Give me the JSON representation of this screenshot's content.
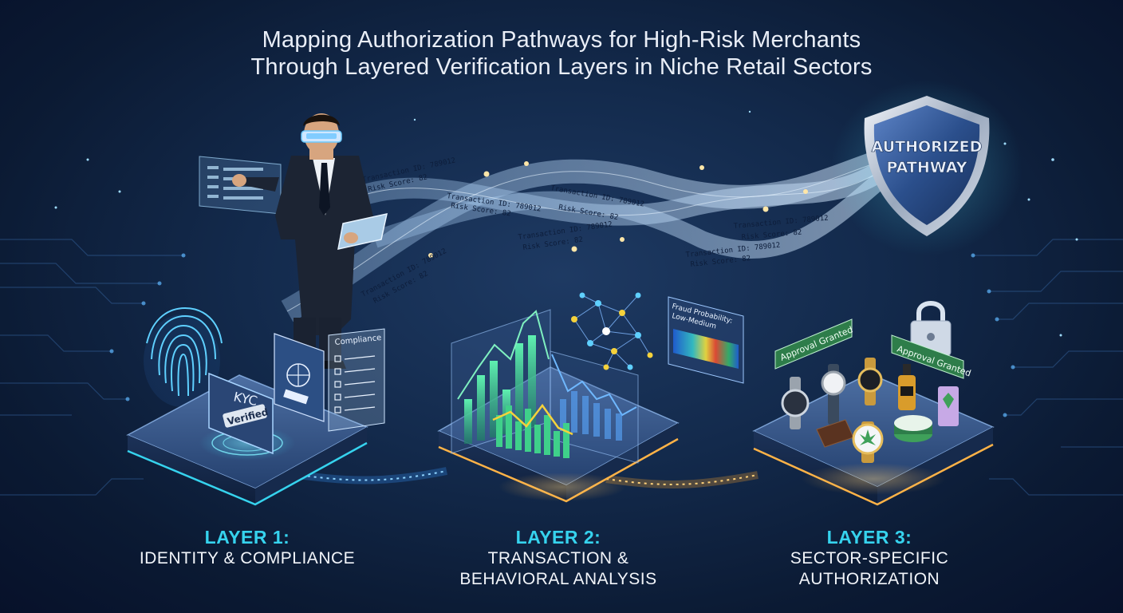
{
  "title": {
    "line1": "Mapping Authorization Pathways for High-Risk Merchants",
    "line2": "Through Layered Verification Layers in Niche Retail Sectors"
  },
  "shield": {
    "line1": "AUTHORIZED",
    "line2": "PATHWAY"
  },
  "ribbon_labels": {
    "transaction_id": "Transaction ID: 789012",
    "risk_score": "Risk Score: 82"
  },
  "layers": [
    {
      "number": "LAYER 1:",
      "name_lines": [
        "IDENTITY & COMPLIANCE"
      ],
      "kyc": "KYC",
      "verified": "Verified",
      "compliance": "Compliance"
    },
    {
      "number": "LAYER 2:",
      "name_lines": [
        "TRANSACTION &",
        "BEHAVIORAL ANALYSIS"
      ],
      "fraud_line1": "Fraud Probability:",
      "fraud_line2": "Low-Medium"
    },
    {
      "number": "LAYER 3:",
      "name_lines": [
        "SECTOR-SPECIFIC",
        "AUTHORIZATION"
      ],
      "approval_tags": [
        "Approval Granted",
        "Approval Granted"
      ]
    }
  ],
  "colors": {
    "accent_cyan": "#36d3ee",
    "approval_green": "#2e7d4a",
    "shield_blue": "#2b4f8c",
    "chart_green": "#3fd08a"
  }
}
